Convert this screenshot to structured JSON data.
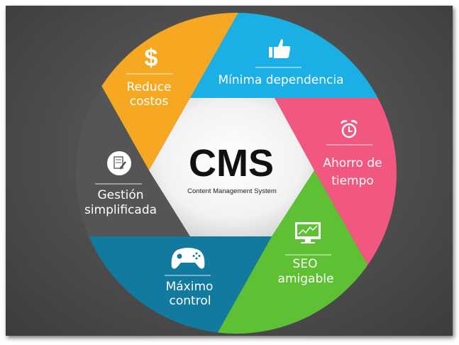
{
  "center": {
    "title": "CMS",
    "subtitle": "Content Management System"
  },
  "segments": [
    {
      "id": "reduce-costos",
      "lines": [
        "Reduce",
        "costos"
      ],
      "icon": "dollar-icon",
      "color": "#f7a823"
    },
    {
      "id": "minima-dependencia",
      "lines": [
        "Mínima dependencia"
      ],
      "icon": "thumbs-up-icon",
      "color": "#1ab0e6"
    },
    {
      "id": "ahorro-de-tiempo",
      "lines": [
        "Ahorro de",
        "tiempo"
      ],
      "icon": "alarm-clock-icon",
      "color": "#f2577f"
    },
    {
      "id": "seo-amigable",
      "lines": [
        "SEO",
        "amigable"
      ],
      "icon": "monitor-chart-icon",
      "color": "#5ec133"
    },
    {
      "id": "maximo-control",
      "lines": [
        "Máximo",
        "control"
      ],
      "icon": "gamepad-icon",
      "color": "#127a9e"
    },
    {
      "id": "gestion-simplificada",
      "lines": [
        "Gestión",
        "simplificada"
      ],
      "icon": "document-edit-icon",
      "color": "#555555"
    }
  ]
}
